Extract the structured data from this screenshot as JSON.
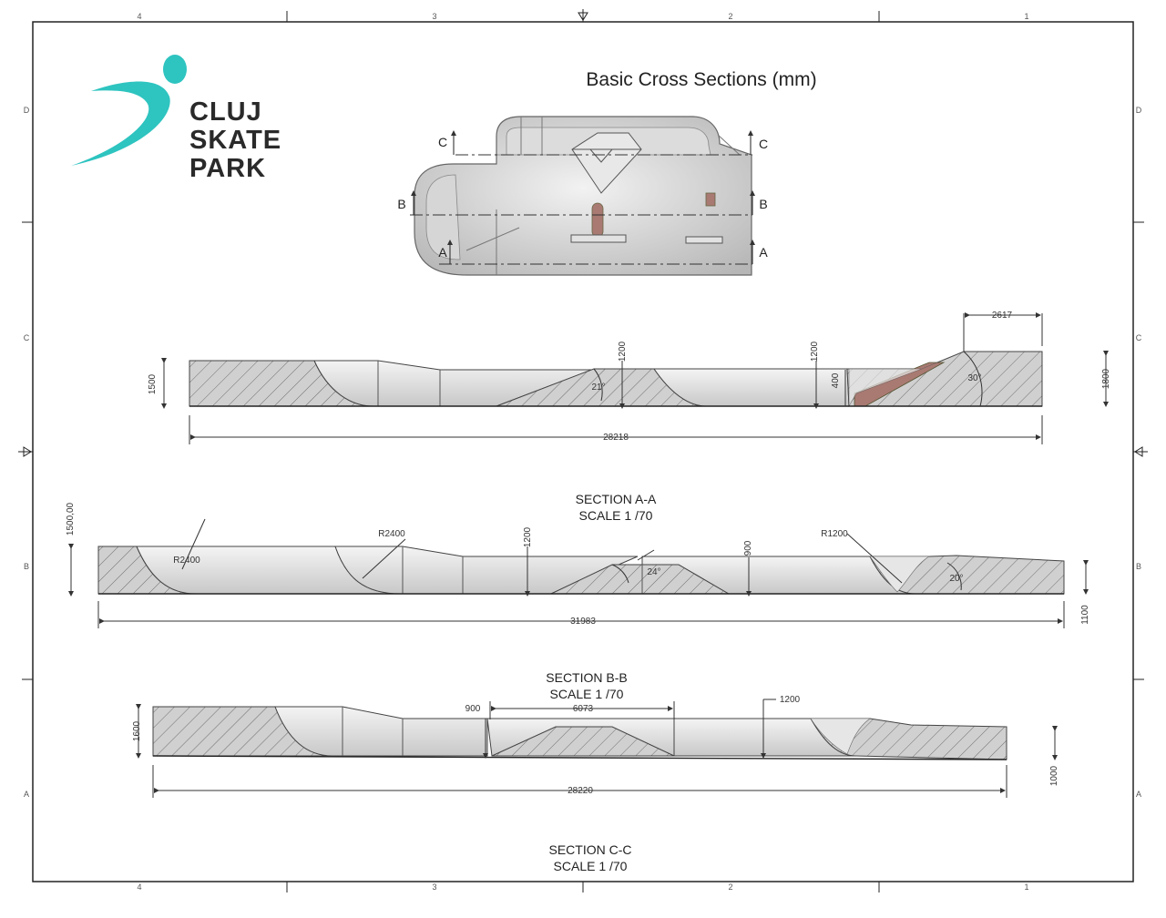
{
  "title": "Basic Cross Sections (mm)",
  "logo": {
    "line1": "CLUJ",
    "line2": "SKATE",
    "line3": "PARK",
    "color": "#2ec4c0"
  },
  "frame": {
    "columns": [
      "4",
      "3",
      "2",
      "1"
    ],
    "rows": [
      "D",
      "C",
      "B",
      "A"
    ]
  },
  "plan": {
    "markers": [
      "A",
      "A",
      "B",
      "B",
      "C",
      "C"
    ]
  },
  "section_a": {
    "caption": "SECTION A-A",
    "scale": "SCALE 1 /70",
    "dims": {
      "height_left": "1500",
      "depth_1": "1200",
      "depth_2": "1200",
      "step": "400",
      "width_top": "2617",
      "height_right": "1800",
      "length": "28218",
      "angle_1": "21°",
      "angle_2": "30°"
    }
  },
  "section_b": {
    "caption": "SECTION B-B",
    "scale": "SCALE 1 /70",
    "dims": {
      "height_left": "1500,00",
      "radius_1": "R2400",
      "radius_2": "R2400",
      "depth_1": "1200",
      "depth_2": "900",
      "radius_3": "R1200",
      "angle_1": "24°",
      "angle_2": "20°",
      "length": "31983",
      "height_right": "1100"
    }
  },
  "section_c": {
    "caption": "SECTION C-C",
    "scale": "SCALE 1 /70",
    "dims": {
      "height_left": "1600",
      "depth_1": "900",
      "width_mid": "6073",
      "depth_2": "1200",
      "length": "28220",
      "height_right": "1000"
    }
  },
  "colors": {
    "hatch": "#9a9a9a",
    "bowl": "#e6e6e6",
    "rail": "#a87a72"
  }
}
